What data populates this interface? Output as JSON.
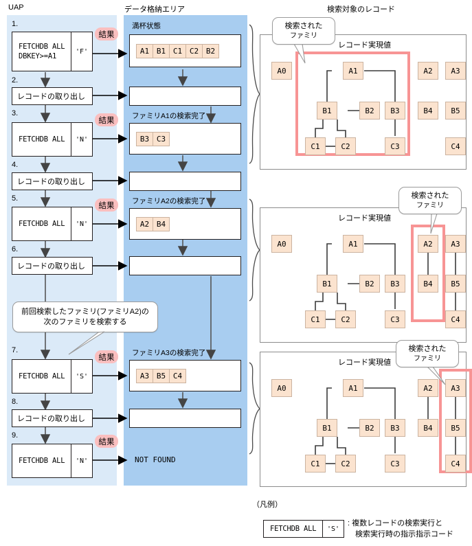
{
  "headers": {
    "uap": "UAP",
    "storage_area": "データ格納エリア",
    "target_records": "検索対象のレコード"
  },
  "uap_steps": [
    {
      "num": "1.",
      "command": "FETCHDB ALL\nDBKEY>=A1",
      "code": "'F'",
      "result_label": "結果"
    },
    {
      "num": "2.",
      "command": "レコードの取り出し",
      "code": "",
      "result_label": ""
    },
    {
      "num": "3.",
      "command": "FETCHDB ALL",
      "code": "'N'",
      "result_label": "結果"
    },
    {
      "num": "4.",
      "command": "レコードの取り出し",
      "code": "",
      "result_label": ""
    },
    {
      "num": "5.",
      "command": "FETCHDB ALL",
      "code": "'N'",
      "result_label": "結果"
    },
    {
      "num": "6.",
      "command": "レコードの取り出し",
      "code": "",
      "result_label": ""
    },
    {
      "num": "7.",
      "command": "FETCHDB ALL",
      "code": "'S'",
      "result_label": "結果"
    },
    {
      "num": "8.",
      "command": "レコードの取り出し",
      "code": "",
      "result_label": ""
    },
    {
      "num": "9.",
      "command": "FETCHDB ALL",
      "code": "'N'",
      "result_label": "結果"
    }
  ],
  "uap_callout": {
    "line1": "前回検索したファミリ(ファミリA2)の",
    "line2": "次のファミリを検索する"
  },
  "storage_blocks": [
    {
      "label": "満杯状態",
      "records": [
        "A1",
        "B1",
        "C1",
        "C2",
        "B2"
      ]
    },
    {
      "label": "",
      "records": []
    },
    {
      "label": "ファミリA1の検索完了",
      "records": [
        "B3",
        "C3"
      ]
    },
    {
      "label": "",
      "records": []
    },
    {
      "label": "ファミリA2の検索完了",
      "records": [
        "A2",
        "B4"
      ]
    },
    {
      "label": "",
      "records": []
    },
    {
      "label": "ファミリA3の検索完了",
      "records": [
        "A3",
        "B5",
        "C4"
      ]
    },
    {
      "label": "",
      "records": []
    }
  ],
  "not_found": "NOT FOUND",
  "trees": [
    {
      "title": "レコード実現値",
      "callout": {
        "line1": "検索された",
        "line2": "ファミリ"
      },
      "nodes": [
        "A0",
        "A1",
        "A2",
        "A3",
        "B1",
        "B2",
        "B3",
        "B4",
        "B5",
        "C1",
        "C2",
        "C3",
        "C4"
      ],
      "highlight": "family-A1"
    },
    {
      "title": "レコード実現値",
      "callout": {
        "line1": "検索された",
        "line2": "ファミリ"
      },
      "nodes": [
        "A0",
        "A1",
        "A2",
        "A3",
        "B1",
        "B2",
        "B3",
        "B4",
        "B5",
        "C1",
        "C2",
        "C3",
        "C4"
      ],
      "highlight": "family-A2"
    },
    {
      "title": "レコード実現値",
      "callout": {
        "line1": "検索された",
        "line2": "ファミリ"
      },
      "nodes": [
        "A0",
        "A1",
        "A2",
        "A3",
        "B1",
        "B2",
        "B3",
        "B4",
        "B5",
        "C1",
        "C2",
        "C3",
        "C4"
      ],
      "highlight": "family-A3"
    }
  ],
  "legend": {
    "title": "（凡例）",
    "box_command": "FETCHDB ALL",
    "box_code": "'S'",
    "description": ": 複数レコードの検索実行と\n　検索実行時の指示指示コード"
  },
  "colors": {
    "uap_panel": "#dbeaf8",
    "storage_panel": "#a8cdf0",
    "record_fill": "#fbe3cf",
    "highlight": "#f79494",
    "pill": "#fabfbf"
  }
}
